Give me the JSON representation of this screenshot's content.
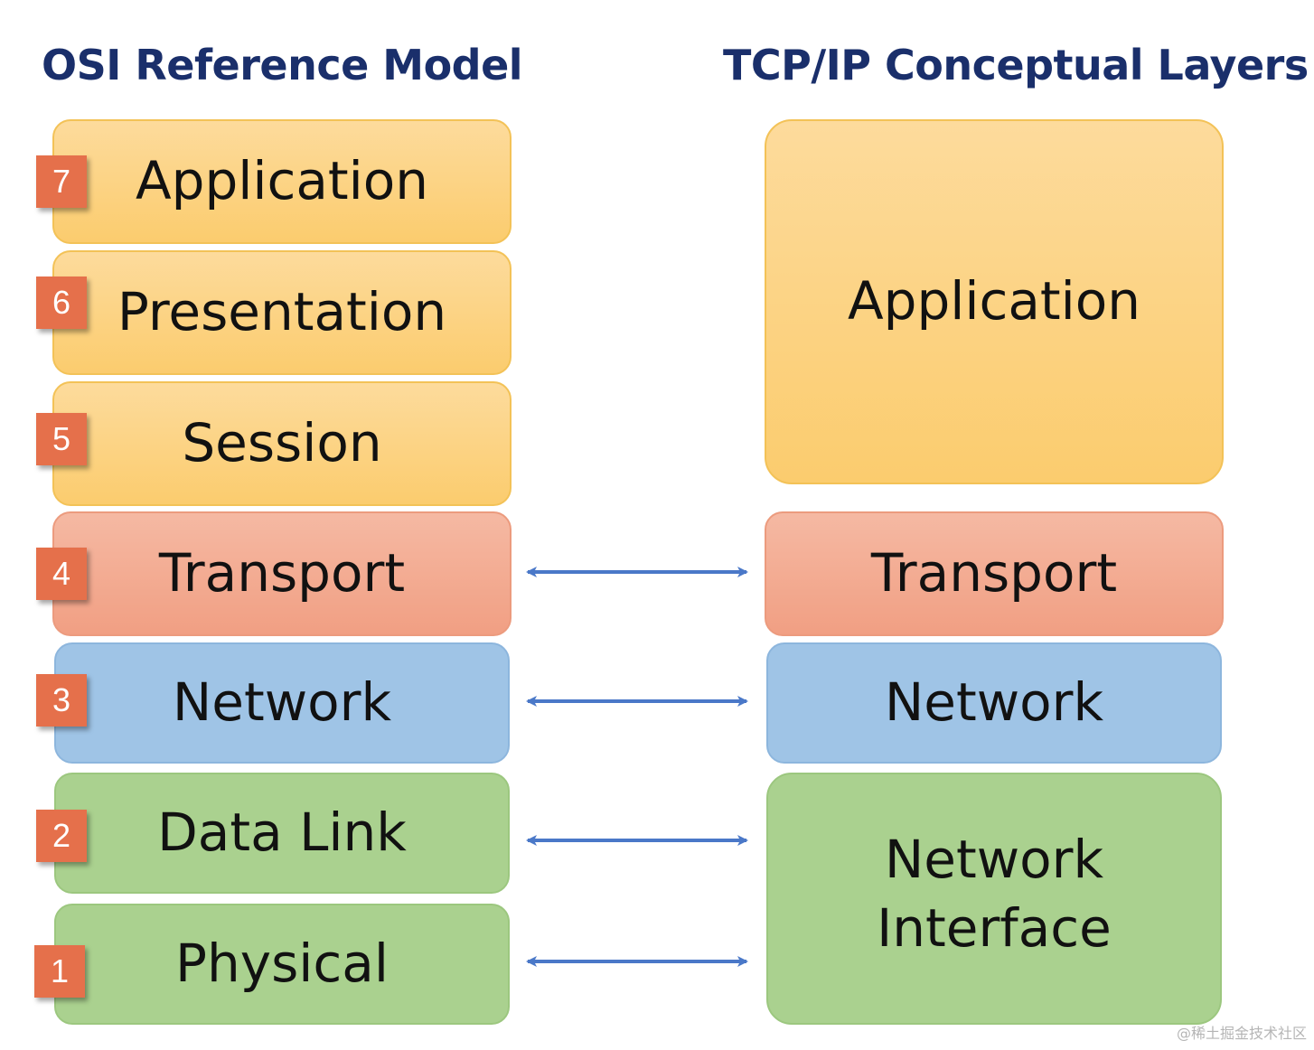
{
  "osi": {
    "heading": "OSI Reference Model",
    "layers": [
      {
        "number": "7",
        "name": "Application"
      },
      {
        "number": "6",
        "name": "Presentation"
      },
      {
        "number": "5",
        "name": "Session"
      },
      {
        "number": "4",
        "name": "Transport"
      },
      {
        "number": "3",
        "name": "Network"
      },
      {
        "number": "2",
        "name": "Data Link"
      },
      {
        "number": "1",
        "name": "Physical"
      }
    ]
  },
  "tcpip": {
    "heading": "TCP/IP Conceptual Layers",
    "layers": [
      {
        "name": "Application"
      },
      {
        "name": "Transport"
      },
      {
        "name": "Network"
      },
      {
        "name": "Network\nInterface"
      }
    ]
  },
  "colors": {
    "heading": "#1a2f6b",
    "upper_layers": "#fbcf77",
    "transport": "#f3ac92",
    "network": "#9fc4e6",
    "link": "#aad18f",
    "badge": "#e5704b",
    "arrow": "#4a78c8"
  },
  "watermark": "@稀土掘金技术社区"
}
